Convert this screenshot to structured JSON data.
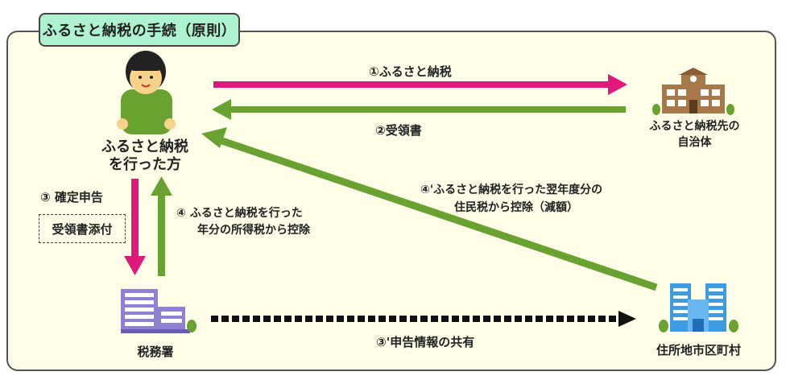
{
  "title": "ふるさと納税の手続（原則）",
  "nodes": {
    "donor": {
      "line1": "ふるさと納税",
      "line2": "を行った方"
    },
    "recipient": {
      "line1": "ふるさと納税先の",
      "line2": "自治体"
    },
    "tax_office": {
      "label": "税務署"
    },
    "municipality": {
      "label": "住所地市区町村"
    }
  },
  "steps": {
    "step1": "①ふるさと納税",
    "step2": "②受領書",
    "step3": "③ 確定申告",
    "step3_attachment": "受領書添付",
    "step3_prime": "③'申告情報の共有",
    "step4": {
      "line1": "④ ふるさと納税を行った",
      "line2": "年分の所得税から控除"
    },
    "step4_prime": {
      "line1": "④'ふるさと納税を行った翌年度分の",
      "line2": "住民税から控除（減額）"
    }
  },
  "colors": {
    "arrow_pink": "#e0187c",
    "arrow_green": "#6aa232",
    "arrow_dashed": "#111111",
    "frame_bg": "#fdfde8",
    "title_bg": "#aef2cf"
  },
  "icons": {
    "donor": "person-icon",
    "recipient": "school-building-icon",
    "tax_office": "office-building-icon",
    "municipality": "city-hall-icon"
  }
}
